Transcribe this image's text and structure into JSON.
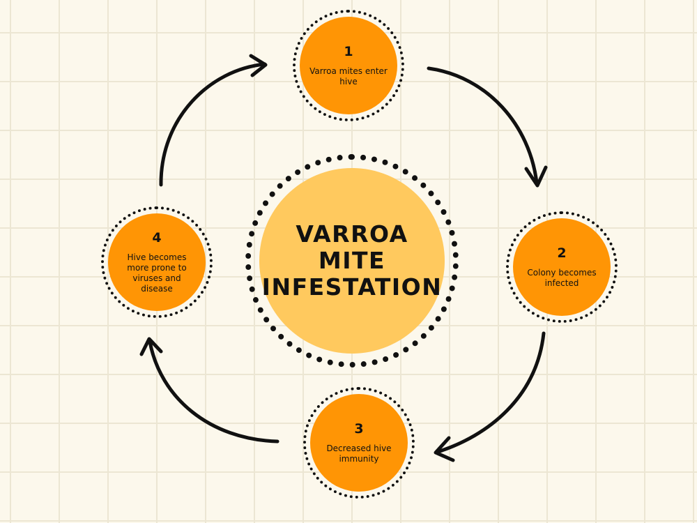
{
  "diagram": {
    "center": {
      "title": "VARROA MITE INFESTATION"
    },
    "steps": [
      {
        "number": "1",
        "text": "Varroa mites enter hive"
      },
      {
        "number": "2",
        "text": "Colony becomes infected"
      },
      {
        "number": "3",
        "text": "Decreased hive immunity"
      },
      {
        "number": "4",
        "text": "Hive becomes more prone to viruses and disease"
      }
    ]
  },
  "colors": {
    "background": "#fcf8ec",
    "grid": "#ece6d3",
    "center_fill": "#ffc95e",
    "step_fill": "#ff9505",
    "ink": "#111111"
  }
}
